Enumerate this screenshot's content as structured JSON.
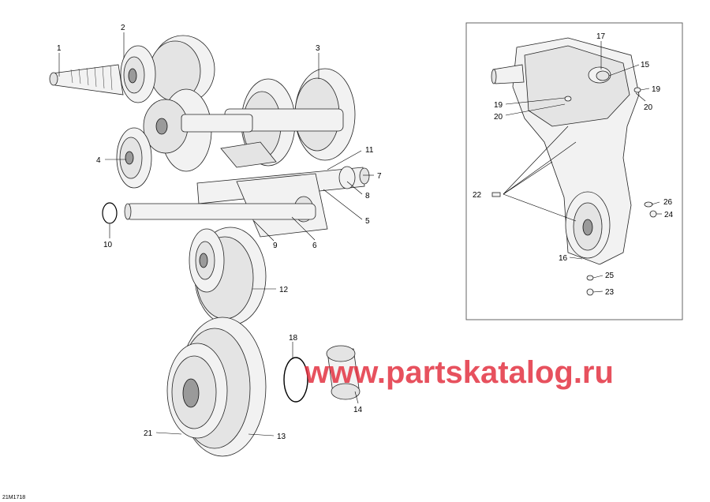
{
  "drawing_id": "21M1718",
  "watermark": "www.partskatalog.ru",
  "callouts": {
    "c1": "1",
    "c2": "2",
    "c3": "3",
    "c4": "4",
    "c5": "5",
    "c6": "6",
    "c7": "7",
    "c8": "8",
    "c9": "9",
    "c10": "10",
    "c11": "11",
    "c12": "12",
    "c13": "13",
    "c14": "14",
    "c18": "18",
    "c21": "21"
  },
  "inset_callouts": {
    "c15": "15",
    "c16": "16",
    "c17": "17",
    "c19a": "19",
    "c19b": "19",
    "c20a": "20",
    "c20b": "20",
    "c22": "22",
    "c23": "23",
    "c24": "24",
    "c25": "25",
    "c26": "26"
  }
}
